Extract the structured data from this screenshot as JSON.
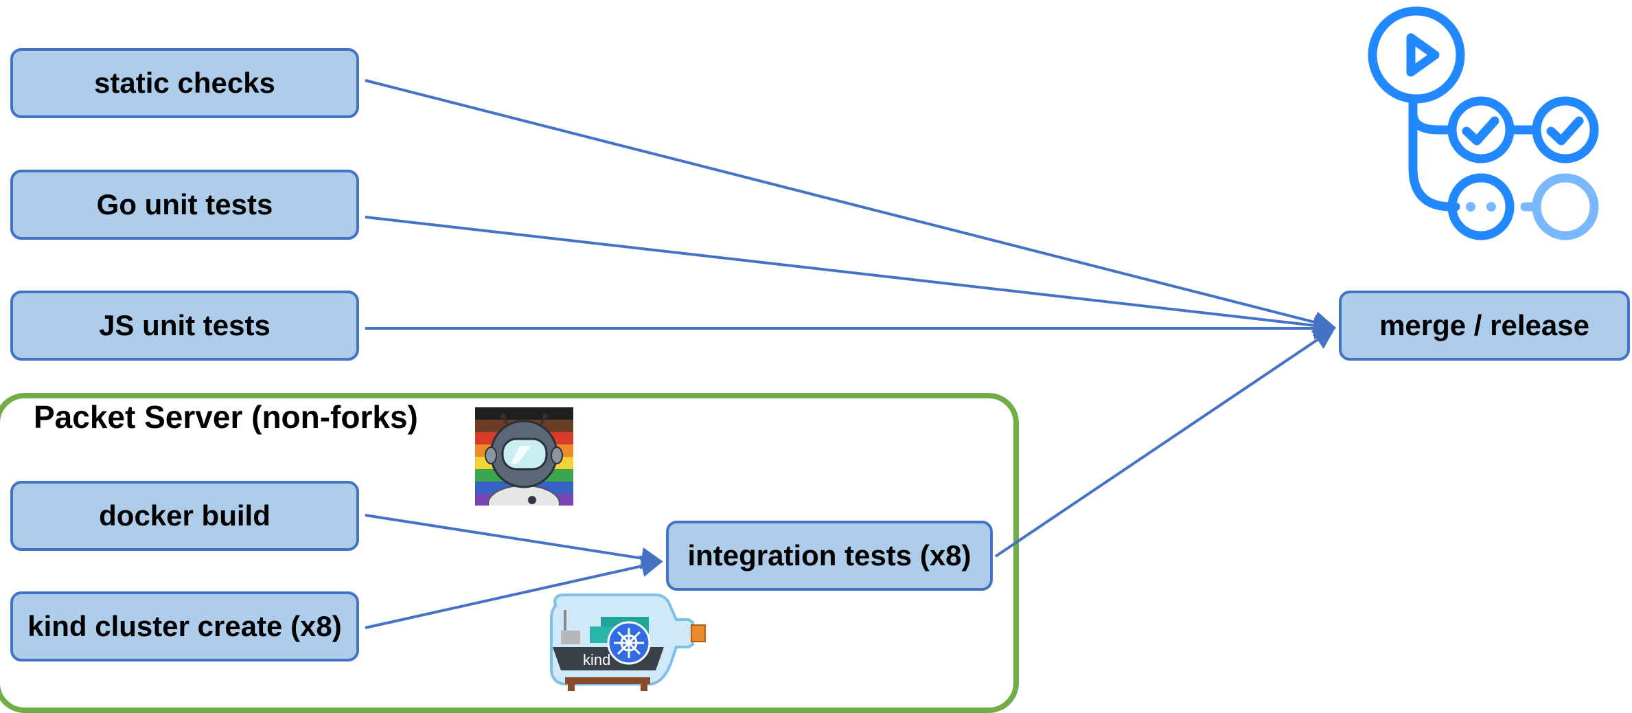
{
  "colors": {
    "node_fill": "#aecdea",
    "node_border": "#4472c4",
    "edge": "#4472c4",
    "group_border": "#70ad47",
    "actions_blue": "#2188ff",
    "actions_light_blue": "#79b8ff"
  },
  "nodes": {
    "static_checks": "static checks",
    "go_unit_tests": "Go unit tests",
    "js_unit_tests": "JS unit tests",
    "merge_release": "merge / release",
    "docker_build": "docker build",
    "kind_cluster_create": "kind cluster create (x8)",
    "integration_tests": "integration tests (x8)"
  },
  "group": {
    "title": "Packet Server (non-forks)"
  },
  "edges": [
    {
      "from": "static_checks",
      "to": "merge_release"
    },
    {
      "from": "go_unit_tests",
      "to": "merge_release"
    },
    {
      "from": "js_unit_tests",
      "to": "merge_release"
    },
    {
      "from": "integration_tests",
      "to": "merge_release"
    },
    {
      "from": "docker_build",
      "to": "integration_tests"
    },
    {
      "from": "kind_cluster_create",
      "to": "integration_tests"
    }
  ],
  "logos": {
    "actions": "github-actions-logo",
    "packet": "packet-astronaut-logo",
    "kind": "kind-bottle-logo",
    "kind_label": "kind"
  }
}
